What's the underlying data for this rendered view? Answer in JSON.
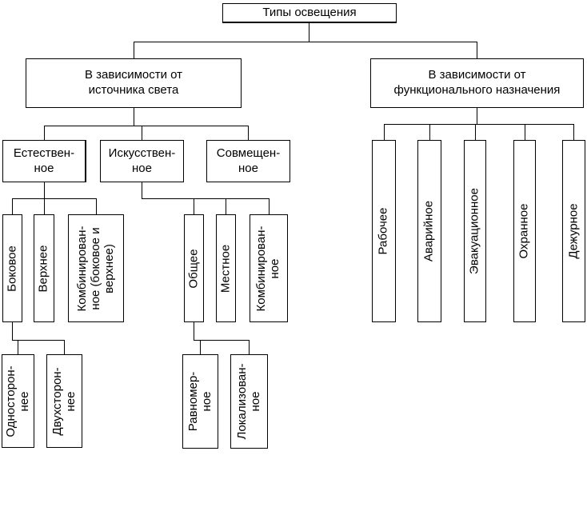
{
  "page": {
    "background": "#ffffff"
  },
  "colors": {
    "line": "#000000",
    "box_border": "#000000",
    "box_background": "#ffffff",
    "text": "#000000"
  },
  "nodes": {
    "root": {
      "label": "Типы освещения"
    },
    "by_source": {
      "label": "В зависимости от\nисточника света"
    },
    "by_function": {
      "label": "В зависимости от\nфункционального назначения"
    },
    "natural": {
      "label": "Естествен-\nное"
    },
    "artificial": {
      "label": "Искусствен-\nное"
    },
    "combined": {
      "label": "Совмещен-\nное"
    },
    "side": {
      "label": "Боковое"
    },
    "upper": {
      "label": "Верхнее"
    },
    "combined_side_upper": {
      "label": "Комбинирован-\nное (боковое и\nверхнее)"
    },
    "one_sided": {
      "label": "Односторон-\nнее"
    },
    "two_sided": {
      "label": "Двухсторон-\nнее"
    },
    "general": {
      "label": "Общее"
    },
    "local": {
      "label": "Местное"
    },
    "combined_artificial": {
      "label": "Комбинирован-\nное"
    },
    "uniform": {
      "label": "Равномер-\nное"
    },
    "localized": {
      "label": "Локализован-\nное"
    },
    "working": {
      "label": "Рабочее"
    },
    "emergency": {
      "label": "Аварийное"
    },
    "evacuation": {
      "label": "Эвакуационное"
    },
    "security": {
      "label": "Охранное"
    },
    "duty": {
      "label": "Дежурное"
    }
  }
}
